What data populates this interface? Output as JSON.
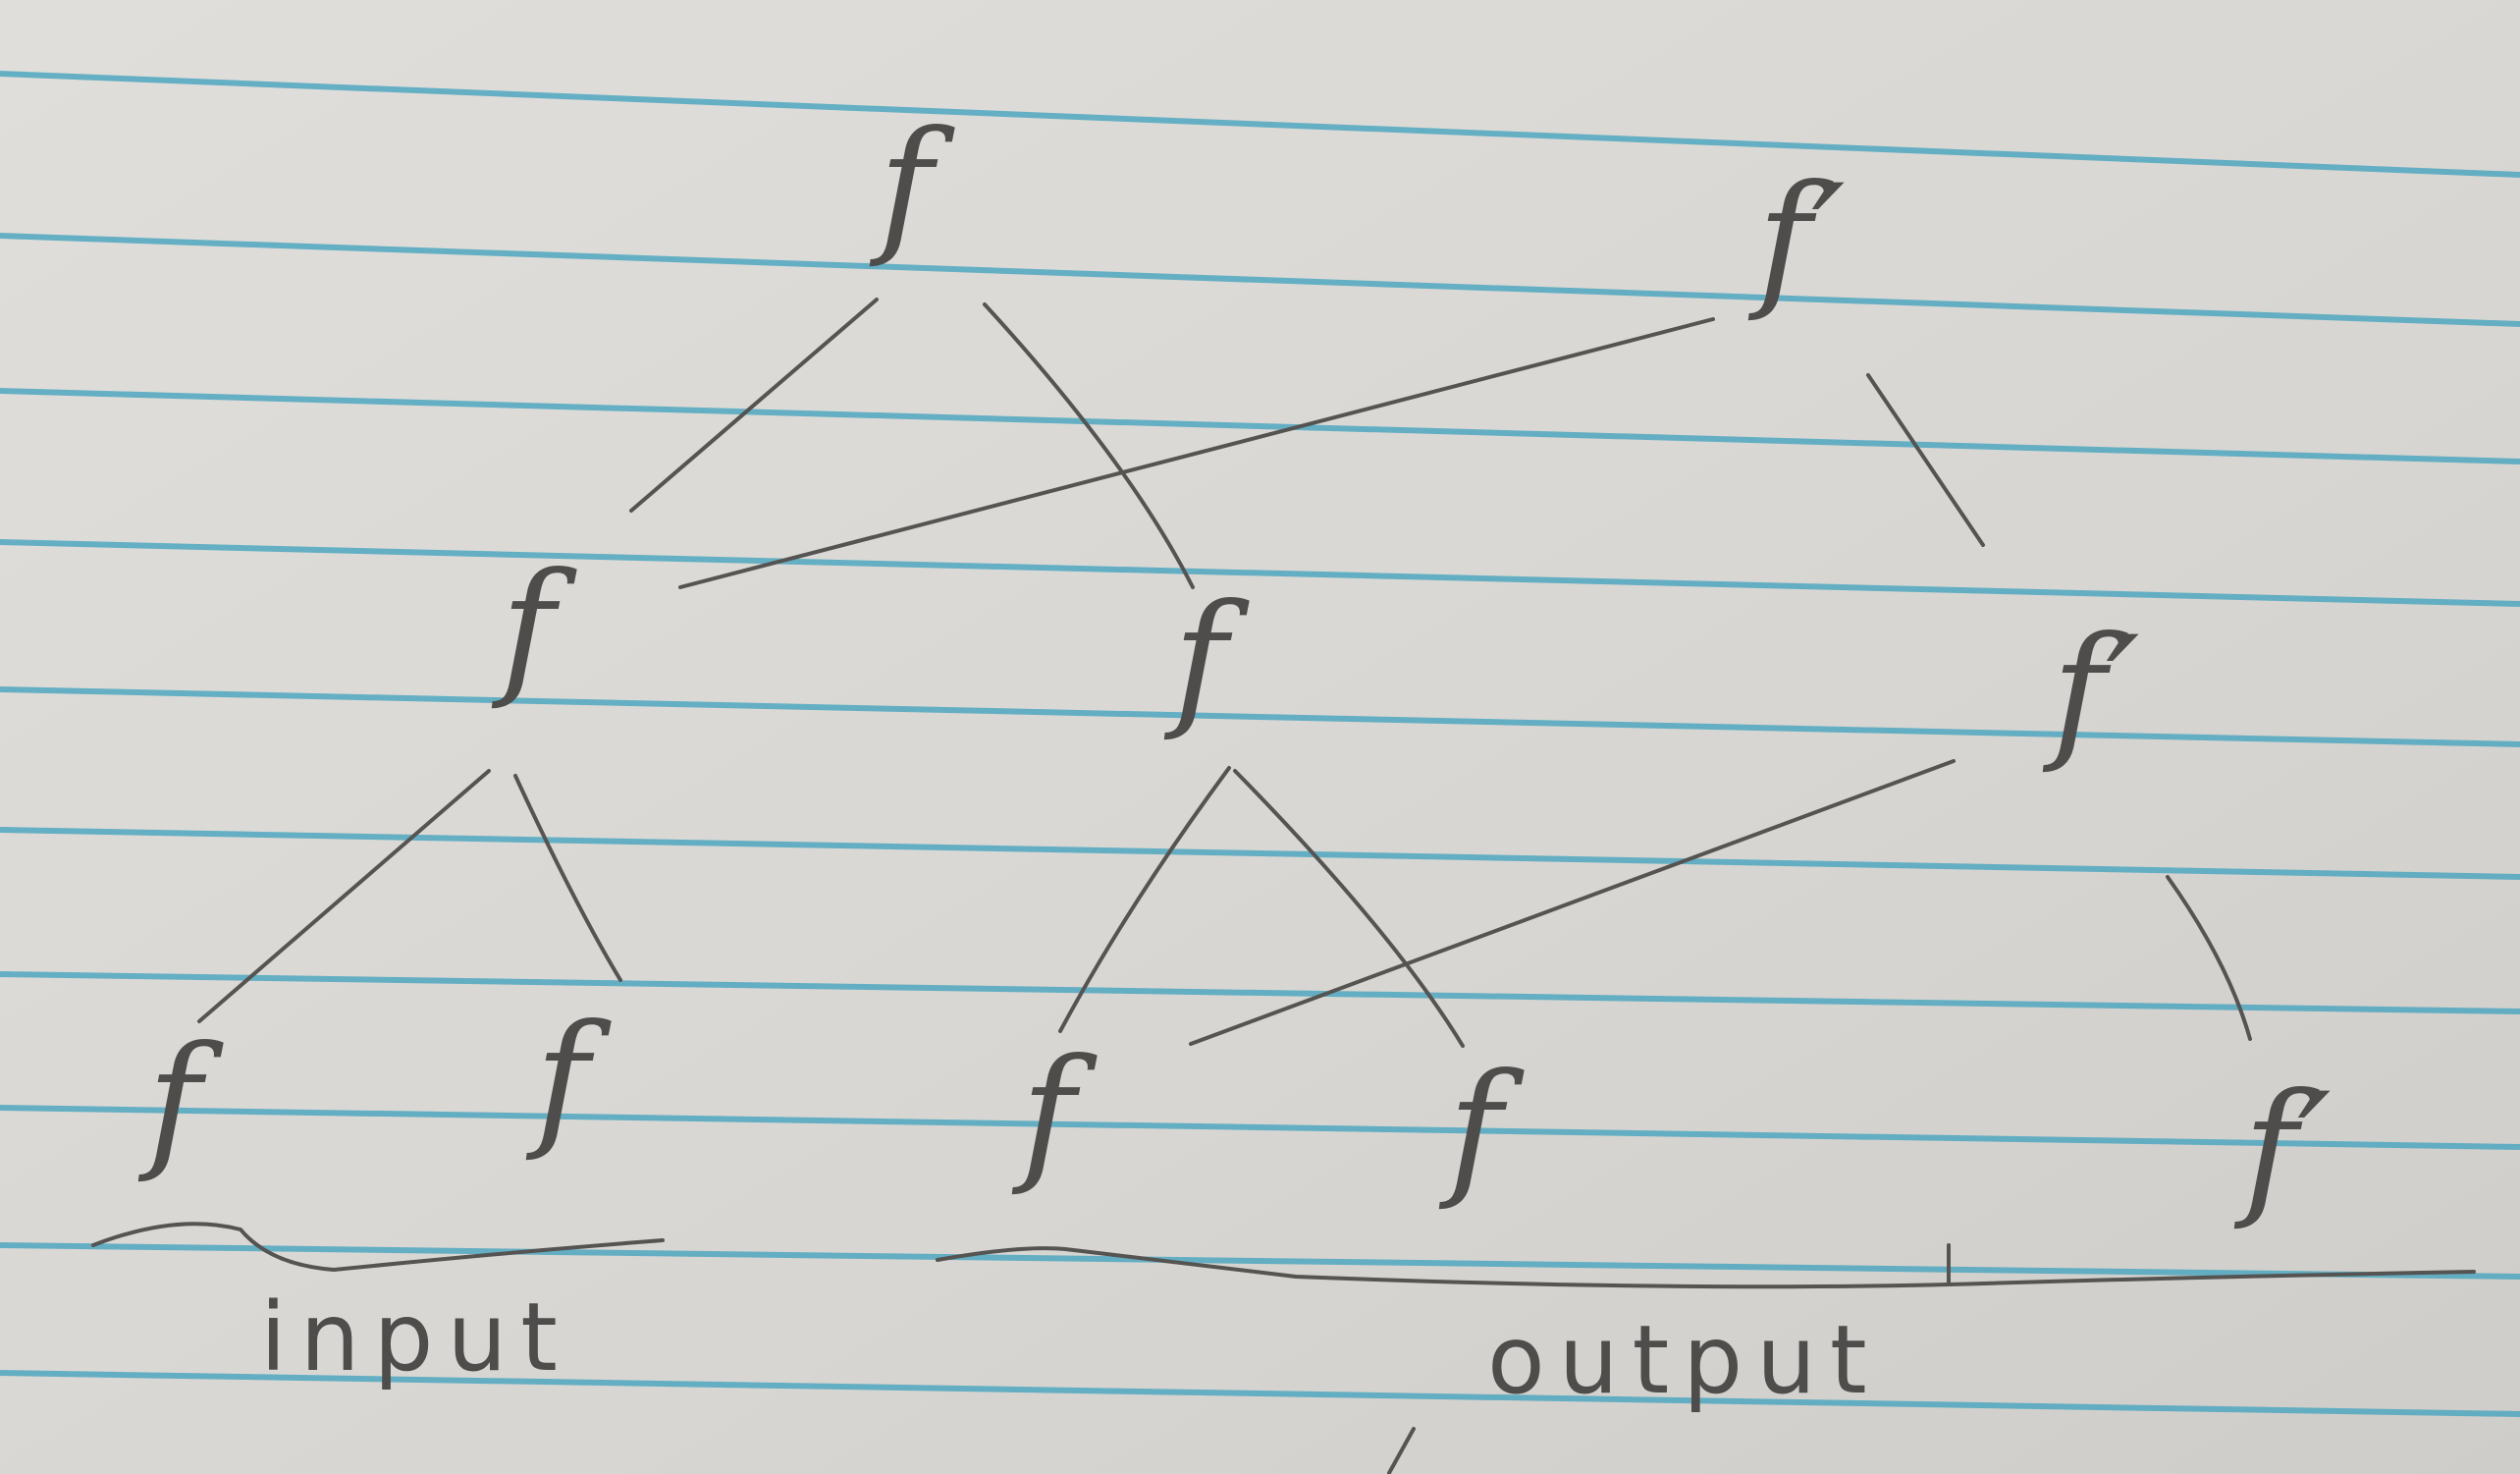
{
  "nodes": {
    "root_f": "f",
    "root_f_prime": "f′",
    "mid_left_f": "f",
    "mid_center_f": "f",
    "mid_right_f_prime": "f′",
    "leaf_1_f": "f",
    "leaf_2_f": "f",
    "leaf_3_f": "f",
    "leaf_4_f": "f",
    "leaf_5_f_prime": "f′"
  },
  "labels": {
    "input": "input",
    "output": "output"
  },
  "colors": {
    "paper": "#d9d7d3",
    "ruled_line": "#4fa7c0",
    "pencil": "#555452"
  }
}
